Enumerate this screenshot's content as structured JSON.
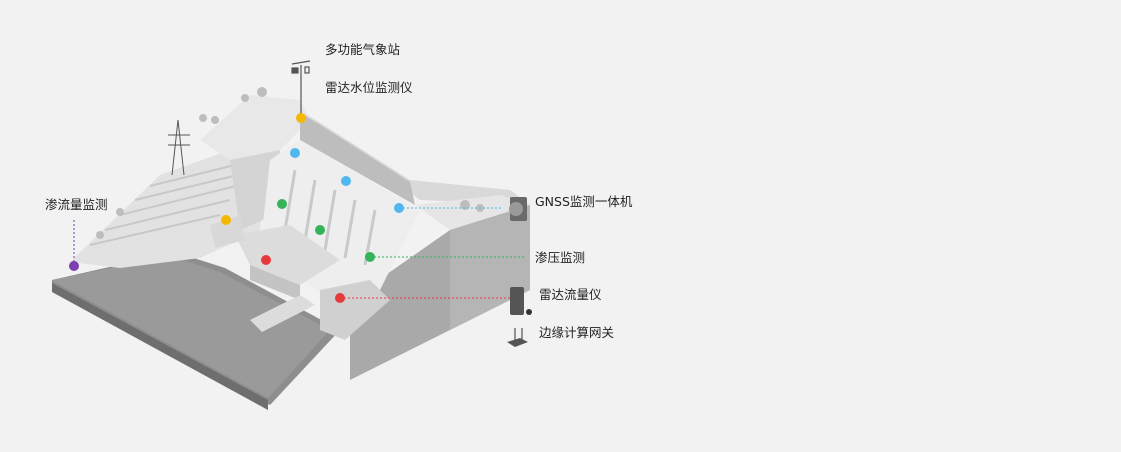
{
  "labels": {
    "weather_station": "多功能气象站",
    "radar_water_level": "雷达水位监测仪",
    "gnss": "GNSS监测一体机",
    "seepage_pressure": "渗压监测",
    "radar_flow": "雷达流量仪",
    "edge_gateway": "边缘计算网关",
    "seepage_flow": "渗流量监测"
  },
  "colors": {
    "yellow": "#f5b800",
    "blue": "#4fb8ef",
    "green": "#35b35a",
    "red": "#e63a3a",
    "purple": "#7b3fb0"
  }
}
